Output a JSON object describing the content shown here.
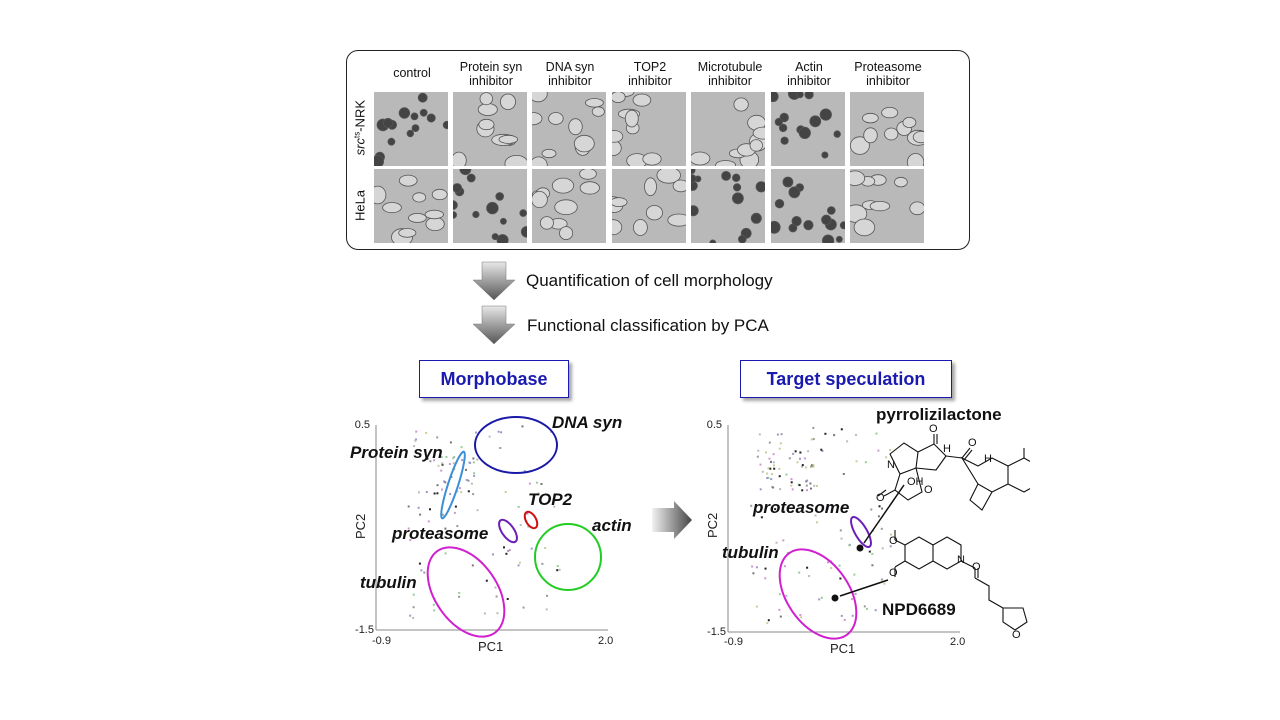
{
  "columns": [
    {
      "line1": "control",
      "line2": ""
    },
    {
      "line1": "Protein syn",
      "line2": "inhibitor"
    },
    {
      "line1": "DNA syn",
      "line2": "inhibitor"
    },
    {
      "line1": "TOP2",
      "line2": "inhibitor"
    },
    {
      "line1": "Microtubule",
      "line2": "inhibitor"
    },
    {
      "line1": "Actin",
      "line2": "inhibitor"
    },
    {
      "line1": "Proteasome",
      "line2": "inhibitor"
    }
  ],
  "rows": {
    "row1_prefix": "src",
    "row1_superscript": "ts",
    "row1_suffix": "-NRK",
    "row2": "HeLa"
  },
  "steps": {
    "step1": "Quantification of cell morphology",
    "step2": "Functional classification by PCA"
  },
  "titles": {
    "left": "Morphobase",
    "right": "Target speculation"
  },
  "plot_left": {
    "x_min": "-0.9",
    "x_max": "2.0",
    "y_max": "0.5",
    "y_min": "-1.5",
    "xlabel": "PC1",
    "ylabel": "PC2",
    "labels": {
      "dna": "DNA syn",
      "protein": "Protein syn",
      "top2": "TOP2",
      "actin": "actin",
      "proteasome": "proteasome",
      "tubulin": "tubulin"
    }
  },
  "plot_right": {
    "x_min": "-0.9",
    "x_max": "2.0",
    "y_max": "0.5",
    "y_min": "-1.5",
    "xlabel": "PC1",
    "ylabel": "PC2",
    "labels": {
      "compound1": "pyrrolizilactone",
      "proteasome": "proteasome",
      "tubulin": "tubulin",
      "compound2": "NPD6689"
    },
    "chem": {
      "h1": "H",
      "h2": "H",
      "oh": "OH",
      "o1": "O",
      "o2": "O",
      "o3": "O",
      "o4": "O",
      "o5": "O",
      "n1": "N",
      "n2": "N"
    }
  },
  "colors": {
    "dna": "#1a1aa8",
    "protein": "#3b8fd6",
    "top2": "#d01010",
    "actin": "#22cc22",
    "proteasome": "#6a1fb8",
    "tubulin": "#d020d0",
    "title": "#1a1ab0"
  }
}
